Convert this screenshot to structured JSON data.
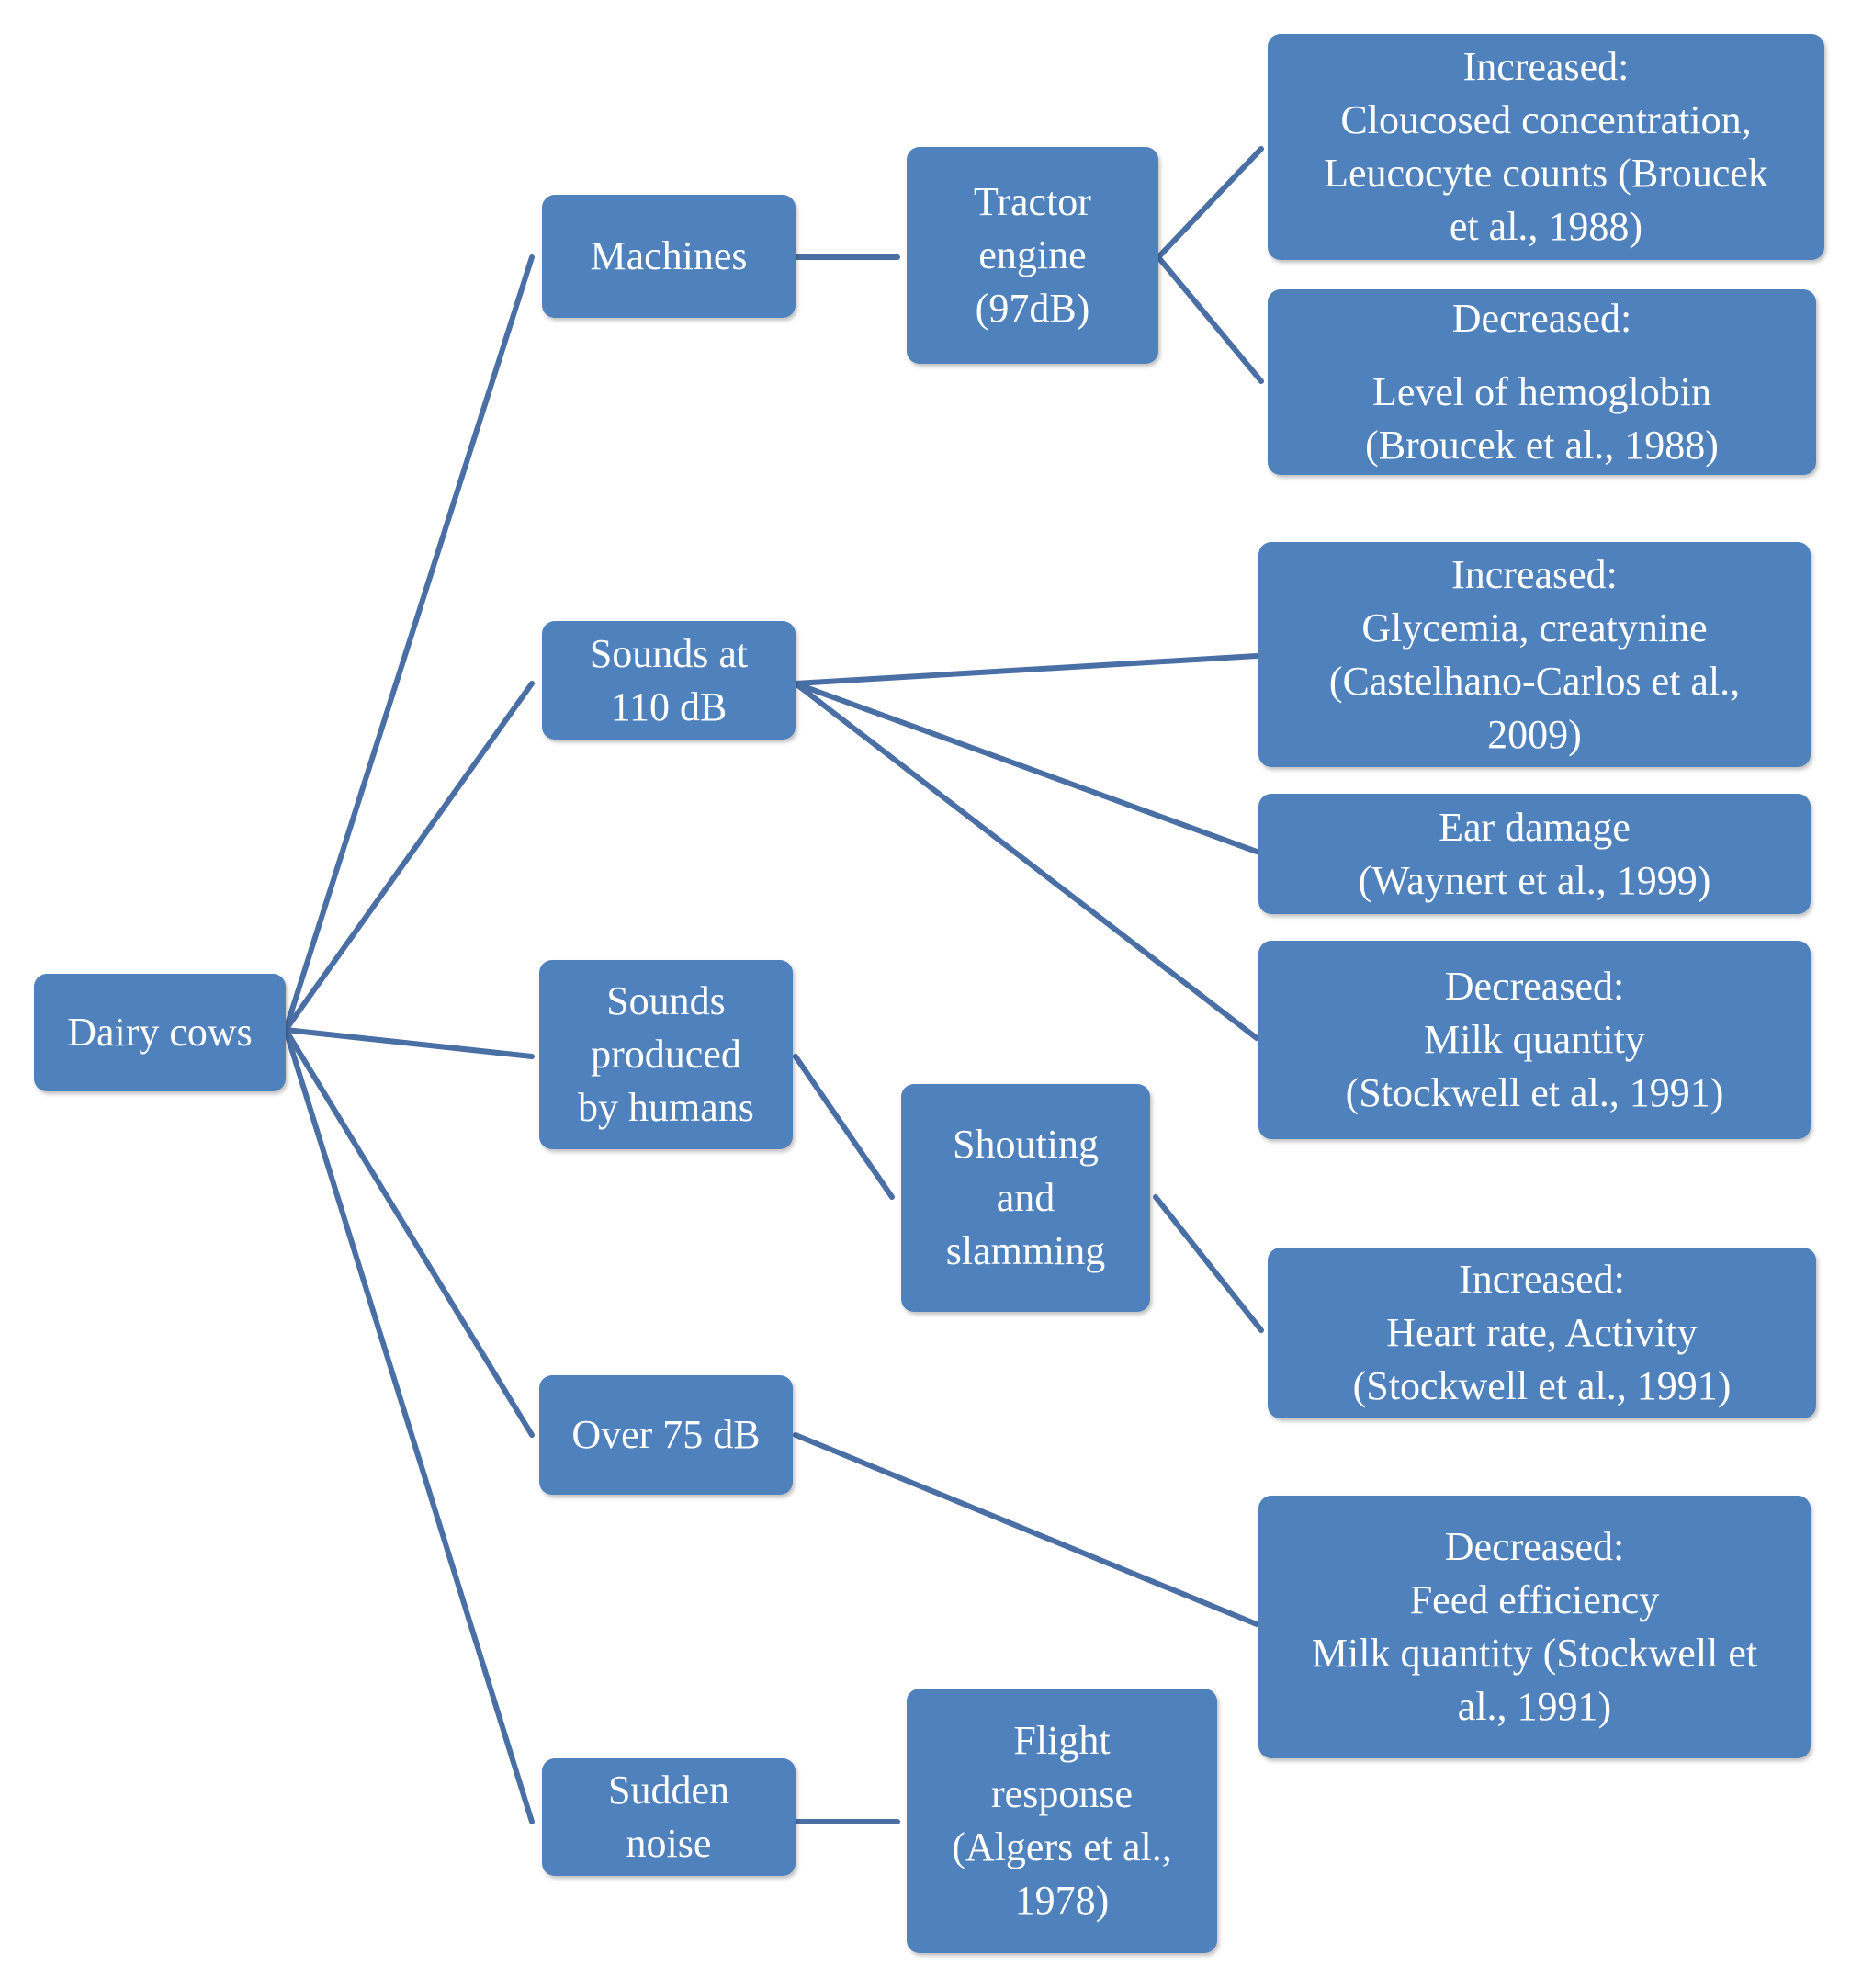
{
  "diagram": {
    "root": {
      "label": "Dairy cows"
    },
    "sources": {
      "machines": [
        "Machines"
      ],
      "sounds_110": [
        "Sounds at",
        "110 dB"
      ],
      "sounds_humans": [
        "Sounds",
        "produced",
        "by humans"
      ],
      "over_75": [
        "Over 75 dB"
      ],
      "sudden_noise": [
        "Sudden",
        "noise"
      ]
    },
    "intermediates": {
      "tractor": [
        "Tractor",
        "engine",
        "(97dB)"
      ],
      "shouting": [
        "Shouting",
        "and",
        "slamming"
      ],
      "flight": [
        "Flight",
        "response",
        "(Algers et al.,",
        "1978)"
      ]
    },
    "effects": {
      "tractor_increased": [
        "Increased:",
        "Cloucosed concentration,",
        "Leucocyte counts (Broucek",
        "et al., 1988)"
      ],
      "tractor_decreased": [
        "Decreased:",
        "Level of hemoglobin",
        "(Broucek et al., 1988)"
      ],
      "glycemia": [
        "Increased:",
        "Glycemia, creatynine",
        "(Castelhano-Carlos et al.,",
        "2009)"
      ],
      "ear_damage": [
        "Ear damage",
        "(Waynert et al., 1999)"
      ],
      "milk_quantity": [
        "Decreased:",
        "Milk quantity",
        "(Stockwell et al., 1991)"
      ],
      "heart_rate": [
        "Increased:",
        "Heart rate, Activity",
        "(Stockwell et al., 1991)"
      ],
      "feed_efficiency": [
        "Decreased:",
        "Feed efficiency",
        "Milk quantity (Stockwell et",
        "al., 1991)"
      ]
    }
  },
  "colors": {
    "box_fill": "#4f81bd",
    "connector": "#4a6fa5",
    "text": "#ffffff"
  }
}
